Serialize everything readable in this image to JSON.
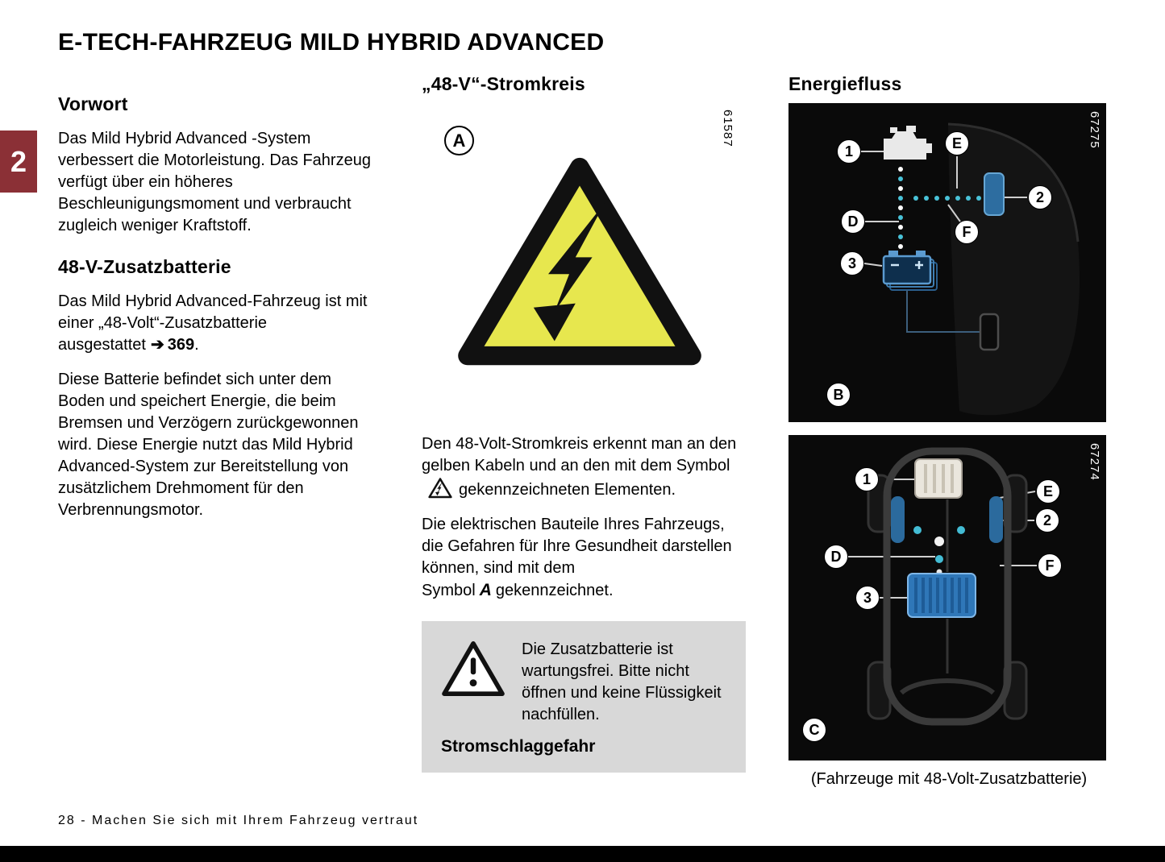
{
  "page": {
    "title": "E-TECH-FAHRZEUG MILD HYBRID ADVANCED",
    "chapter_number": "2",
    "footer": "28 - Machen Sie sich mit Ihrem Fahrzeug vertraut"
  },
  "vorwort": {
    "heading": "Vorwort",
    "para1": "Das Mild Hybrid Advanced -System verbessert die Motorleistung. Das Fahrzeug verfügt über ein höheres Beschleunigungsmoment und verbraucht zugleich weniger Kraftstoff."
  },
  "zusatzbatterie": {
    "heading": "48-V-Zusatzbatterie",
    "para1_text": "Das Mild Hybrid Advanced-Fahrzeug ist mit einer „48-Volt“-Zusatzbatterie ausgestattet",
    "ref_arrow": "➔",
    "ref_page": "369",
    "para1_period": ".",
    "para2": "Diese Batterie befindet sich unter dem Boden und speichert Energie, die beim Bremsen und Verzögern zurückgewonnen wird. Diese Energie nutzt das Mild Hybrid Advanced-System zur Bereitstellung von zusätzlichem Drehmoment für den Verbrennungsmotor."
  },
  "stromkreis": {
    "heading": "„48-V“-Stromkreis",
    "figure_label": "A",
    "figure_id": "61587",
    "para1_before": "Den 48-Volt-Stromkreis erkennt man an den gelben Kabeln und an den mit dem Symbol",
    "para1_after": "gekennzeichneten Elementen.",
    "para2_before": "Die elektrischen Bauteile Ihres Fahrzeugs, die Gefahren für Ihre Gesundheit darstellen können, sind mit dem Symbol",
    "para2_symbol": "A",
    "para2_after": "gekennzeichnet.",
    "warning_text": "Die Zusatzbatterie ist wartungsfrei. Bitte nicht öffnen und keine Flüssigkeit nachfüllen.",
    "warning_title": "Stromschlaggefahr"
  },
  "energiefluss": {
    "heading": "Energiefluss",
    "figure1": {
      "id": "67275",
      "callouts": {
        "c1": "1",
        "c2": "2",
        "c3": "3",
        "cB": "B",
        "cD": "D",
        "cE": "E",
        "cF": "F"
      }
    },
    "figure2": {
      "id": "67274",
      "callouts": {
        "c1": "1",
        "c2": "2",
        "c3": "3",
        "cC": "C",
        "cD": "D",
        "cE": "E",
        "cF": "F"
      }
    },
    "caption": "(Fahrzeuge mit 48-Volt-Zusatzbatterie)"
  },
  "colors": {
    "chapter_tab": "#8b3036",
    "hv_triangle_yellow": "#e7e74e",
    "warning_box_gray": "#d8d8d8",
    "diagram_background": "#0a0a0a",
    "diagram_blue": "#2f77b8"
  }
}
